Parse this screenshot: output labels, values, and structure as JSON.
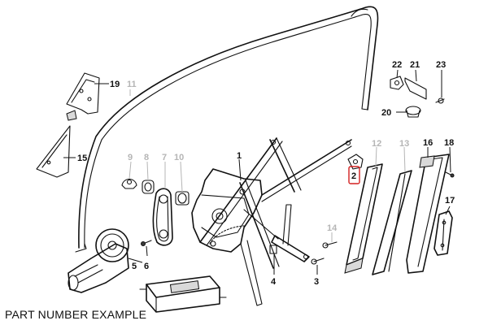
{
  "diagram": {
    "caption": "PART NUMBER EXAMPLE",
    "highlight_color": "#d32020",
    "muted_color": "#b5b5b5",
    "callouts": [
      {
        "id": "c1",
        "label": "1",
        "muted": false,
        "highlighted": false
      },
      {
        "id": "c2",
        "label": "2",
        "muted": false,
        "highlighted": true
      },
      {
        "id": "c3",
        "label": "3",
        "muted": false,
        "highlighted": false
      },
      {
        "id": "c4",
        "label": "4",
        "muted": false,
        "highlighted": false
      },
      {
        "id": "c5",
        "label": "5",
        "muted": false,
        "highlighted": false
      },
      {
        "id": "c6",
        "label": "6",
        "muted": false,
        "highlighted": false
      },
      {
        "id": "c7",
        "label": "7",
        "muted": true,
        "highlighted": false
      },
      {
        "id": "c8",
        "label": "8",
        "muted": true,
        "highlighted": false
      },
      {
        "id": "c9",
        "label": "9",
        "muted": true,
        "highlighted": false
      },
      {
        "id": "c10",
        "label": "10",
        "muted": true,
        "highlighted": false
      },
      {
        "id": "c11",
        "label": "11",
        "muted": true,
        "highlighted": false
      },
      {
        "id": "c12",
        "label": "12",
        "muted": true,
        "highlighted": false
      },
      {
        "id": "c13",
        "label": "13",
        "muted": true,
        "highlighted": false
      },
      {
        "id": "c14",
        "label": "14",
        "muted": true,
        "highlighted": false
      },
      {
        "id": "c15",
        "label": "15",
        "muted": false,
        "highlighted": false
      },
      {
        "id": "c16",
        "label": "16",
        "muted": false,
        "highlighted": false
      },
      {
        "id": "c17",
        "label": "17",
        "muted": false,
        "highlighted": false
      },
      {
        "id": "c18",
        "label": "18",
        "muted": false,
        "highlighted": false
      },
      {
        "id": "c19",
        "label": "19",
        "muted": false,
        "highlighted": false
      },
      {
        "id": "c20",
        "label": "20",
        "muted": false,
        "highlighted": false
      },
      {
        "id": "c21",
        "label": "21",
        "muted": false,
        "highlighted": false
      },
      {
        "id": "c22",
        "label": "22",
        "muted": false,
        "highlighted": false
      },
      {
        "id": "c23",
        "label": "23",
        "muted": false,
        "highlighted": false
      }
    ]
  }
}
